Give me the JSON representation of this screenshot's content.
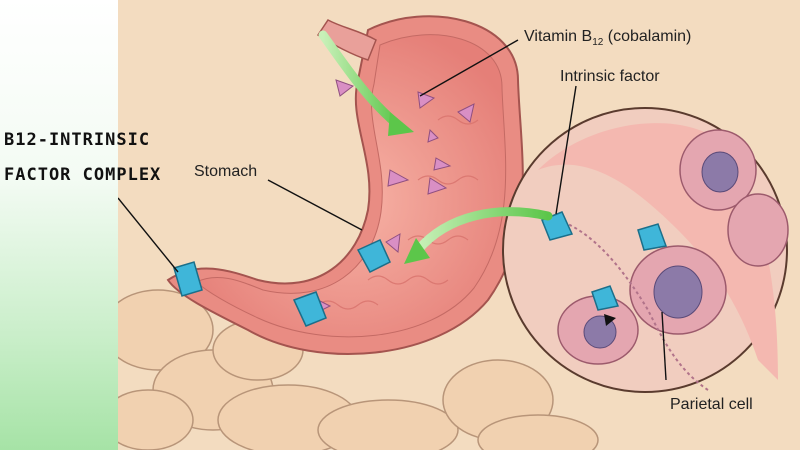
{
  "annotation": {
    "line1": "B12-INTRINSIC",
    "line2": "FACTOR COMPLEX"
  },
  "labels": {
    "vitamin_prefix": "Vitamin B",
    "vitamin_subscript": "12",
    "vitamin_suffix": " (cobalamin)",
    "intrinsic_factor": "Intrinsic factor",
    "stomach": "Stomach",
    "parietal_cell": "Parietal cell"
  },
  "colors": {
    "background": "#f3dcc0",
    "stomach_wall": "#e98c83",
    "stomach_lining": "#f4a79d",
    "intrinsic_factor": "#3fb6d9",
    "vitamin_b12": "#d98fc4",
    "arrow": "#7fd36b",
    "green_frame": "#a6e3a6"
  }
}
